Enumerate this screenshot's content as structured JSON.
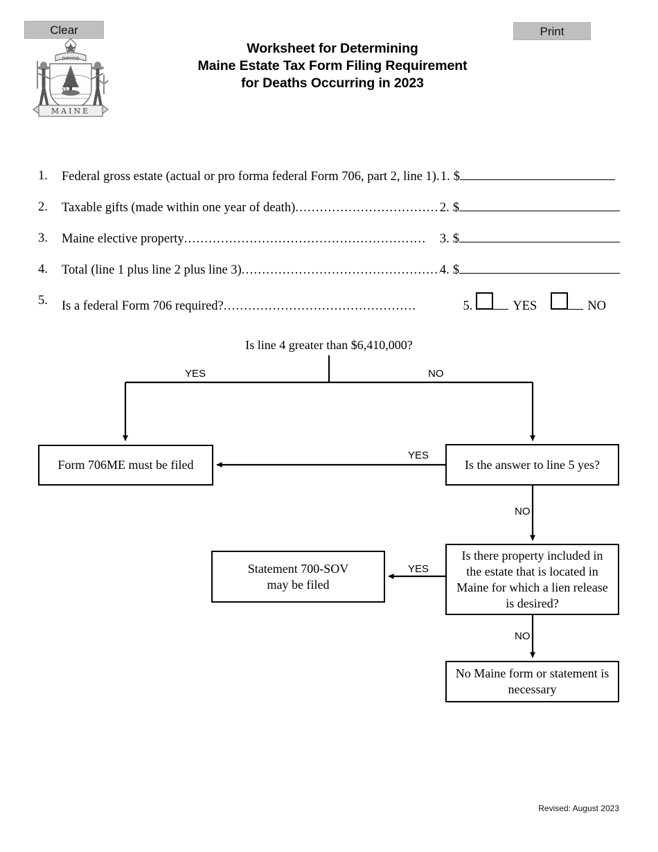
{
  "buttons": {
    "clear_label": "Clear",
    "print_label": "Print"
  },
  "header": {
    "seal_alt": "maine-state-seal",
    "title_line1": "Worksheet for Determining",
    "title_line2": "Maine Estate Tax Form Filing Requirement",
    "title_line3": "for Deaths Occurring in 2023"
  },
  "worksheet": {
    "lines": [
      {
        "number": "1.",
        "label": "Federal gross estate (actual or pro forma federal Form 706, part 2, line 1)",
        "leader": ".",
        "ref": "1.",
        "currency": "$",
        "value": ""
      },
      {
        "number": "2.",
        "label": "Taxable gifts (made within one year of death)",
        "leader": "............................................",
        "ref": "2.",
        "currency": "$",
        "value": ""
      },
      {
        "number": "3.",
        "label": "Maine elective property ",
        "leader": "...........................................................",
        "ref": "3.",
        "currency": "$",
        "value": ""
      },
      {
        "number": "4.",
        "label": "Total (line 1 plus line 2 plus line 3)",
        "leader": "...........................................................",
        "ref": "4.",
        "currency": "$",
        "value": ""
      },
      {
        "number": "5.",
        "label": "Is a federal Form 706 required?  ",
        "leader": "...............................................",
        "ref": "5.",
        "yes_label": "YES",
        "no_label": "NO",
        "yes_checked": "",
        "no_checked": ""
      }
    ]
  },
  "flowchart": {
    "question_top": "Is line 4 greater than $6,410,000?",
    "threshold": "$6,410,000",
    "labels": {
      "yes_top": "YES",
      "no_top": "NO",
      "yes_mid": "YES",
      "no_mid": "NO",
      "yes_low": "YES",
      "no_low": "NO"
    },
    "boxes": {
      "form706me": "Form 706ME must be filed",
      "line5_question": "Is the answer to line 5 yes?",
      "statement700sov_l1": "Statement 700-SOV",
      "statement700sov_l2": "may be filed",
      "lien_question_l1": "Is there property included in",
      "lien_question_l2": "the estate that is located in",
      "lien_question_l3": "Maine for which a lien release",
      "lien_question_l4": "is desired?",
      "none_needed_l1": "No Maine form or statement is",
      "none_needed_l2": "necessary"
    }
  },
  "footer": {
    "revised": "Revised: August 2023"
  },
  "colors": {
    "button_bg": "#bfbfbf",
    "rule": "#000000",
    "page_bg": "#ffffff"
  }
}
